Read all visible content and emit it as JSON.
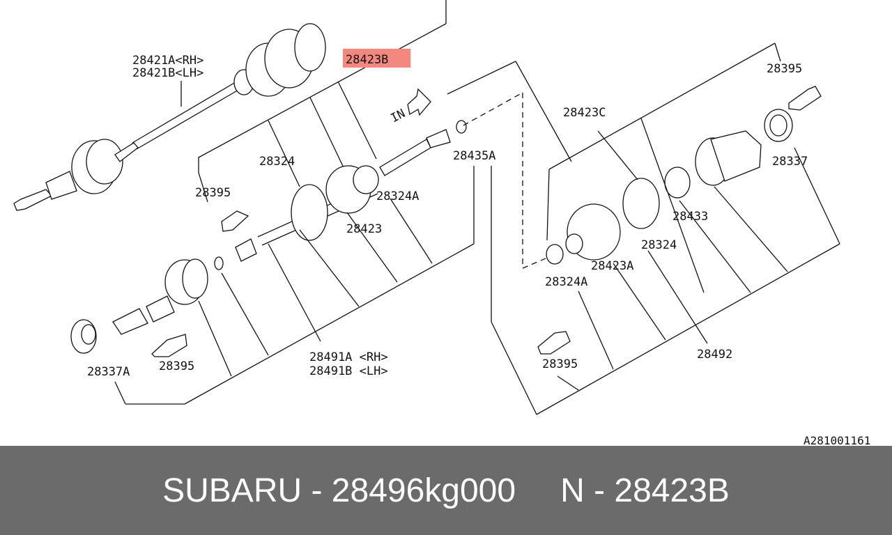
{
  "labels": {
    "l28421a": "28421A<RH>",
    "l28421b": "28421B<LH>",
    "l28423b": "28423B",
    "lin": "IN",
    "l28324_1": "28324",
    "l28395_1": "28395",
    "l28324a_1": "28324A",
    "l28423": "28423",
    "l28435a": "28435A",
    "l28491a": "28491A <RH>",
    "l28491b": "28491B <LH>",
    "l28337a": "28337A",
    "l28395_2": "28395",
    "l28395_top": "28395",
    "l28423c": "28423C",
    "l28337": "28337",
    "l28433": "28433",
    "l28324_2": "28324",
    "l28423a": "28423A",
    "l28324a_2": "28324A",
    "l28395_3": "28395",
    "l28492": "28492",
    "ref": "A281001161"
  },
  "colors": {
    "highlight": "#f4877f",
    "footer_bg": "#6b6b6b",
    "footer_text": "#ffffff"
  },
  "footer": {
    "left": "SUBARU - 28496kg000",
    "right": "N - 28423B"
  }
}
